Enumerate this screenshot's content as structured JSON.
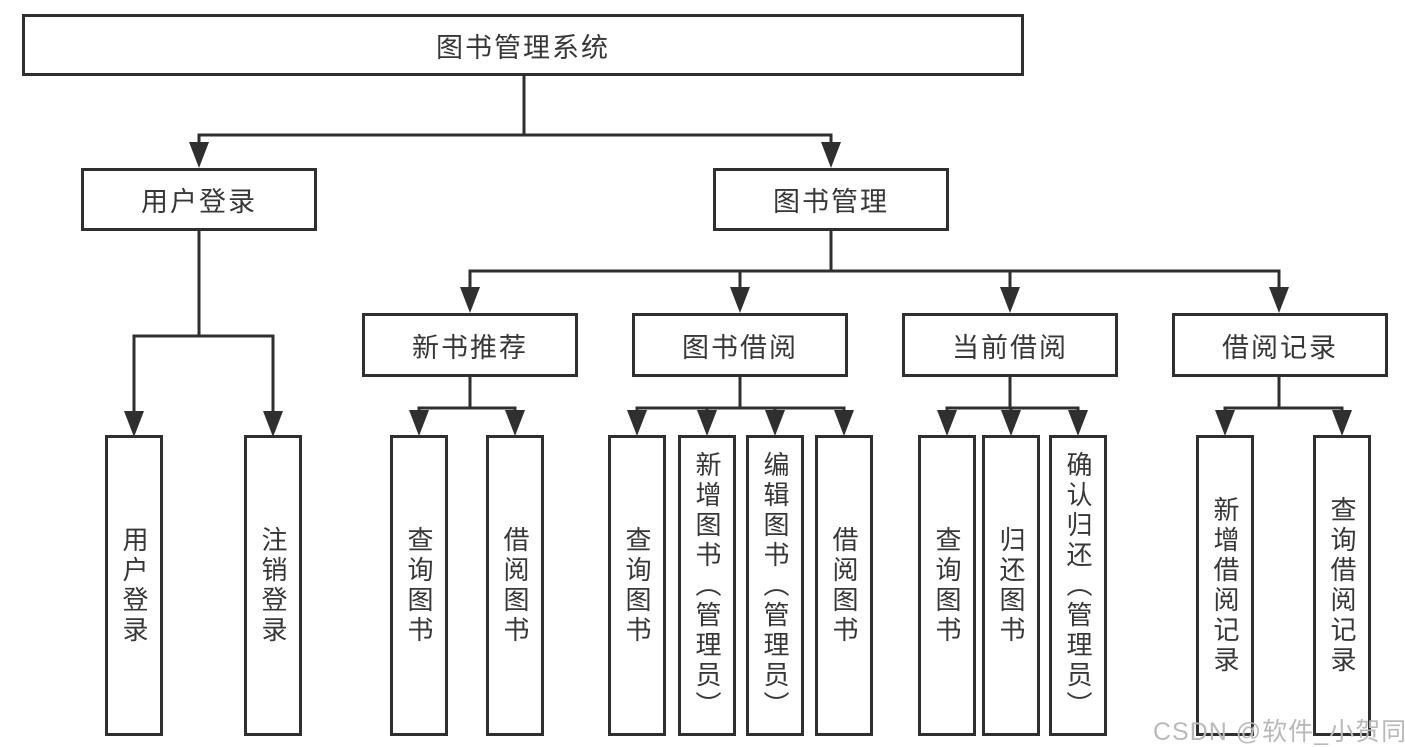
{
  "nodes": {
    "root": "图书管理系统",
    "user_login": "用户登录",
    "book_management": "图书管理",
    "new_book_recommend": "新书推荐",
    "book_borrowing": "图书借阅",
    "current_borrowing": "当前借阅",
    "borrowing_records": "借阅记录",
    "leaf_user_login": "用户登录",
    "leaf_logout": "注销登录",
    "leaf_nb_query_books": "查询图书",
    "leaf_nb_borrow_books": "借阅图书",
    "leaf_bw_query_books": "查询图书",
    "leaf_bw_add_books": "新增图书（管理员）",
    "leaf_bw_edit_books": "编辑图书（管理员）",
    "leaf_bw_borrow_books": "借阅图书",
    "leaf_cur_query_books": "查询图书",
    "leaf_cur_return_books": "归还图书",
    "leaf_cur_confirm_return": "确认归还（管理员）",
    "leaf_rec_add_record": "新增借阅记录",
    "leaf_rec_query_record": "查询借阅记录"
  },
  "watermark": "CSDN @软件_小贺同学",
  "colors": {
    "line": "#2f2f2f",
    "node_border": "#2f2f2f",
    "text": "#373737",
    "watermark": "#b9b9b9",
    "background": "#ffffff"
  }
}
